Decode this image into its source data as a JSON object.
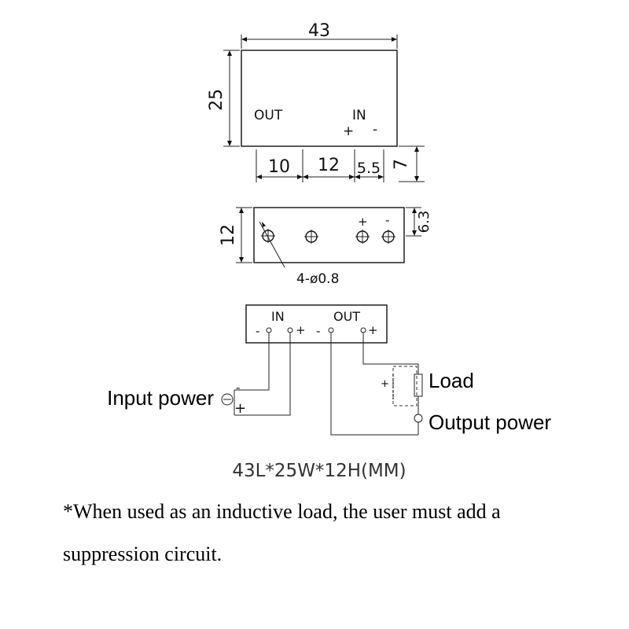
{
  "top_view": {
    "width": "43",
    "height": "25",
    "out_label": "OUT",
    "in_label": "IN",
    "plus": "+",
    "minus": "-",
    "spacing_1": "10",
    "spacing_2": "12",
    "spacing_3": "5.5",
    "offset": "7"
  },
  "side_view": {
    "height": "12",
    "pin_height": "6.3",
    "hole_spec": "4-ø0.8",
    "plus": "+",
    "minus": "-"
  },
  "wiring": {
    "in_label": "IN",
    "out_label": "OUT",
    "in_minus": "-",
    "in_plus": "+",
    "out_minus": "-",
    "out_plus": "+",
    "input_power": "Input power",
    "output_power": "Output power",
    "load": "Load",
    "src_minus": "-",
    "src_plus": "+",
    "diode_sign": "+"
  },
  "dimensions_text": "43L*25W*12H(MM)",
  "note_line1": "*When used as an inductive load, the user must add a",
  "note_line2": "suppression circuit."
}
